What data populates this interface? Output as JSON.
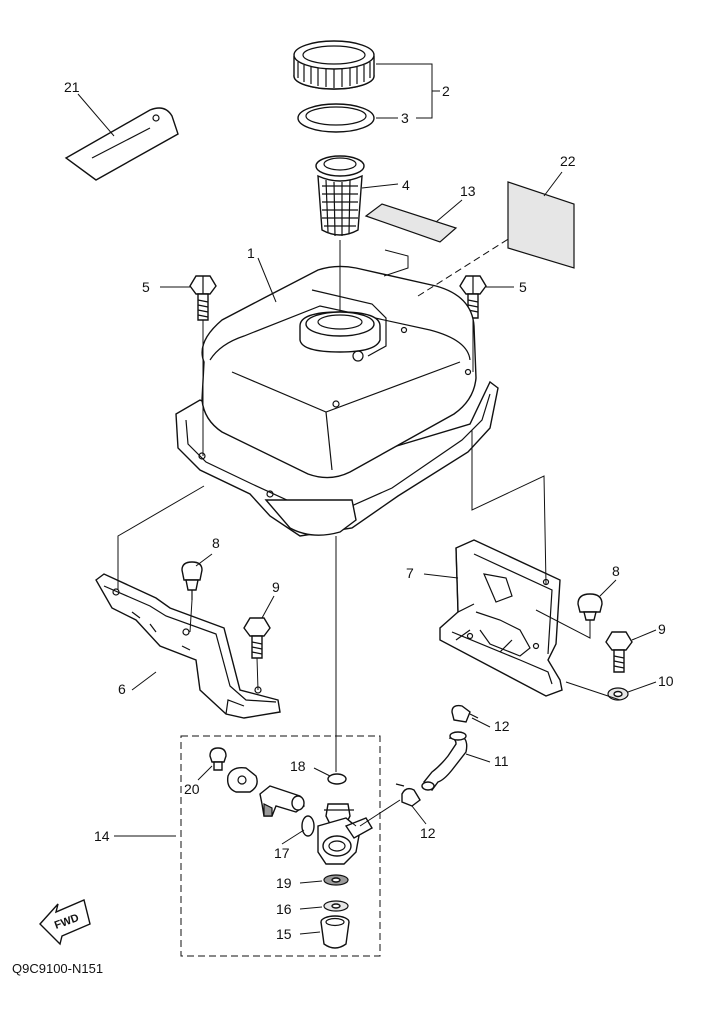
{
  "diagram_code": "Q9C9100-N151",
  "fwd_label": "FWD",
  "callouts": {
    "c1": "1",
    "c2": "2",
    "c3": "3",
    "c4": "4",
    "c5a": "5",
    "c5b": "5",
    "c6": "6",
    "c7": "7",
    "c8a": "8",
    "c8b": "8",
    "c9a": "9",
    "c9b": "9",
    "c10": "10",
    "c11": "11",
    "c12a": "12",
    "c12b": "12",
    "c13": "13",
    "c14": "14",
    "c15": "15",
    "c16": "16",
    "c17": "17",
    "c18": "18",
    "c19": "19",
    "c20": "20",
    "c21": "21",
    "c22": "22"
  }
}
